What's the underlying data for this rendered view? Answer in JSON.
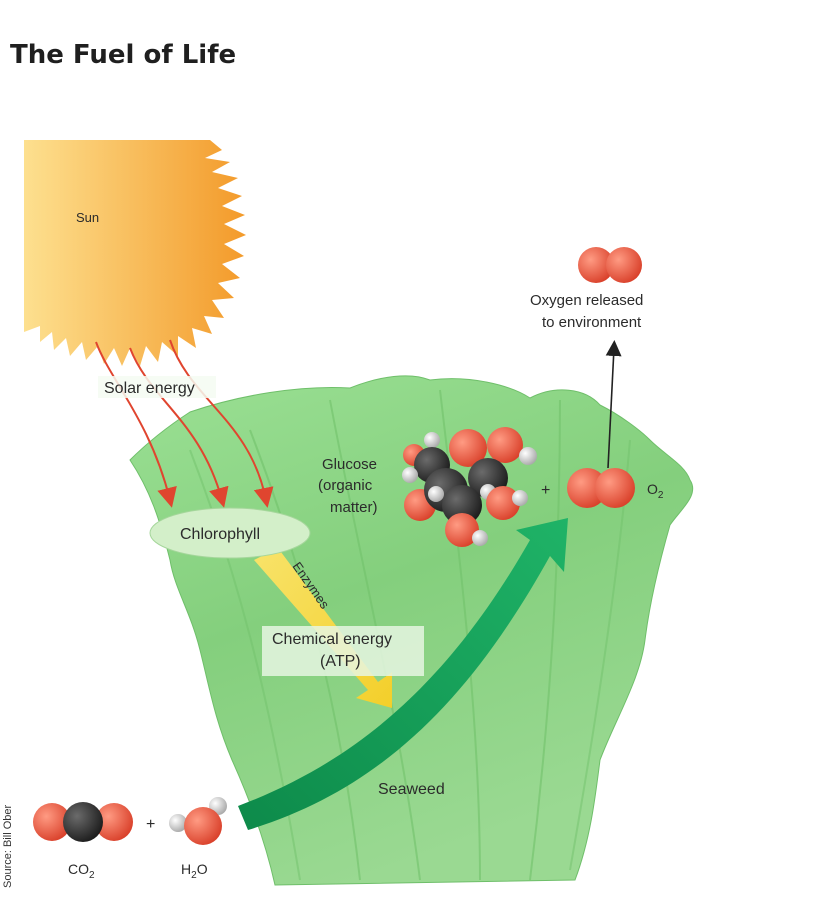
{
  "title": "The Fuel of Life",
  "labels": {
    "sun": "Sun",
    "solar_energy": "Solar energy",
    "chlorophyll": "Chlorophyll",
    "enzymes": "Enzymes",
    "chemical_energy_line1": "Chemical energy",
    "chemical_energy_line2": "(ATP)",
    "glucose_line1": "Glucose",
    "glucose_line2": "(organic",
    "glucose_line3": "matter)",
    "plus": "+",
    "o2": "O",
    "o2_sub": "2",
    "oxygen_line1": "Oxygen released",
    "oxygen_line2": "to environment",
    "seaweed": "Seaweed",
    "co2": "CO",
    "co2_sub": "2",
    "h2o_h": "H",
    "h2o_sub": "2",
    "h2o_o": "O",
    "source": "Source: Bill Ober"
  },
  "colors": {
    "sun_light": "#fcd77a",
    "sun_dark": "#f39a2a",
    "seaweed": "#8fd68a",
    "oxygen_atom": "#e8523a",
    "carbon_atom": "#2e2e2e",
    "hydrogen_atom": "#d9d9d9",
    "arrow_green": "#14a35a",
    "arrow_yellow": "#f5d63a",
    "energy_arrow": "#e0452f"
  }
}
